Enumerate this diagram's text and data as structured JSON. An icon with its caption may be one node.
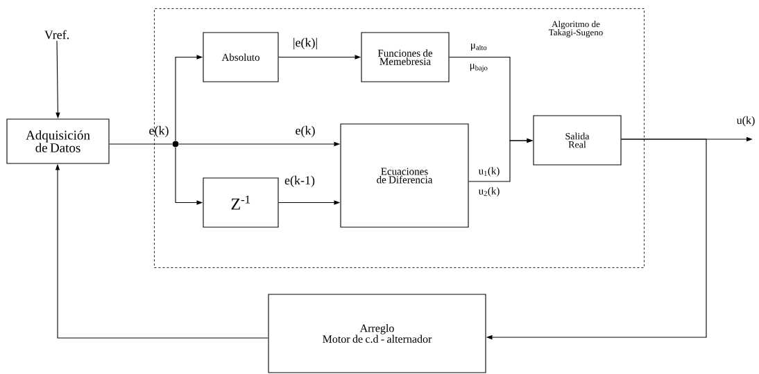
{
  "diagram": {
    "nodes": [
      {
        "text": [
          "Algoritmo de Takagi-Sugeno"
        ]
      },
      {
        "text": [
          "Vref."
        ]
      },
      {
        "text": [
          "Adquisición de Datos"
        ]
      },
      {
        "text": [],
        "shape": "circle",
        "in": 0
      },
      {
        "text": [
          "Absoluto"
        ],
        "in": 0
      },
      {
        "text": [
          "Funciones de Memebresia"
        ],
        "in": 0,
        "beside": [
          "μ$_{alto}$",
          "μ$_{bajo}$"
        ]
      },
      {
        "text": [
          "Z$^{-1}$"
        ],
        "in": 0
      },
      {
        "text": [
          "Ecuaciones de Diferencia"
        ],
        "in": 0,
        "beside": [
          "u$_{1}$(k)",
          "u$_{2}$(k)"
        ]
      },
      {
        "text": [
          "Salida Real"
        ],
        "in": 0
      },
      {
        "text": [
          "Arreglo",
          "Motor de c.d - alternador"
        ]
      }
    ],
    "edges": [
      {
        "from": 1,
        "to": 2,
        "arrow": "to"
      },
      {
        "from": 2,
        "to": 3,
        "arrow": "none",
        "label": "e(k)"
      },
      {
        "from": 3,
        "to": 4,
        "arrow": "to"
      },
      {
        "from": 3,
        "to": 7,
        "arrow": "to",
        "label": "e(k)"
      },
      {
        "from": 3,
        "to": 6,
        "arrow": "to"
      },
      {
        "from": 4,
        "to": 5,
        "arrow": "to",
        "label": "|e(k)|"
      },
      {
        "from": 6,
        "to": 7,
        "arrow": "to",
        "label": "e(k-1)"
      },
      {
        "from": 5,
        "to": 8,
        "arrow": "to"
      },
      {
        "from": 7,
        "to": 8,
        "arrow": "to"
      },
      {
        "from": 8,
        "to": null,
        "arrow": "to",
        "label": "u(k)"
      },
      {
        "from": 8,
        "to": 9,
        "arrow": "to"
      },
      {
        "from": 9,
        "to": 2,
        "arrow": "to"
      }
    ]
  }
}
